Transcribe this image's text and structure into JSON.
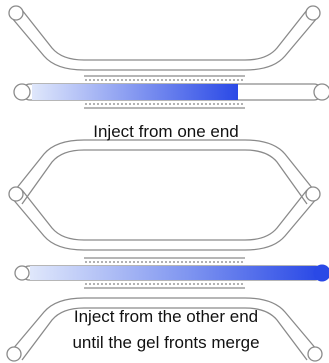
{
  "panels": [
    {
      "id": "top",
      "caption_lines": [
        "Inject from one end"
      ],
      "fill_direction": "left-to-right"
    },
    {
      "id": "bottom",
      "caption_lines": [
        "Inject from the other end",
        "until the gel fronts merge"
      ],
      "fill_direction": "right-to-left"
    }
  ],
  "colors": {
    "outline": "#8a8a8a",
    "channel_fill": "#ffffff",
    "gel_light": "#dfe7fb",
    "gel_dark": "#2a49e6",
    "dot": "#9a9a9a",
    "text": "#111111"
  }
}
